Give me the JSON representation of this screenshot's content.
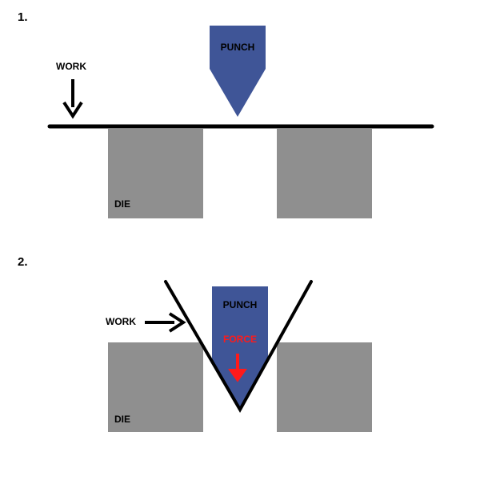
{
  "colors": {
    "punch": "#3f5597",
    "die": "#8f8f8f",
    "work": "#000000",
    "force": "#ff1a1a",
    "background": "#ffffff"
  },
  "step1": {
    "number": "1.",
    "work_label": "WORK",
    "punch_label": "PUNCH",
    "die_label": "DIE"
  },
  "step2": {
    "number": "2.",
    "work_label": "WORK",
    "punch_label": "PUNCH",
    "force_label": "FORCE",
    "die_label": "DIE"
  }
}
